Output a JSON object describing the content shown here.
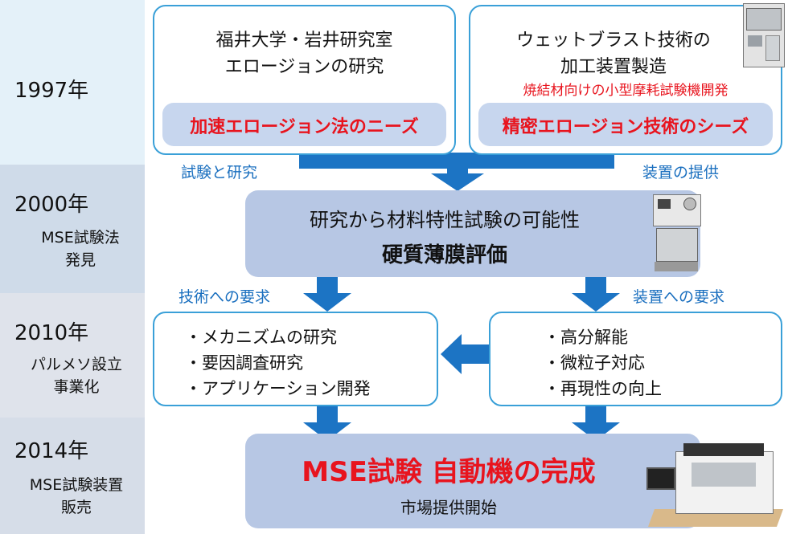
{
  "timeline": {
    "rows": [
      {
        "year": "1997年",
        "note": ""
      },
      {
        "year": "2000年",
        "note": "MSE試験法\n発見"
      },
      {
        "year": "2010年",
        "note": "パルメソ設立\n事業化"
      },
      {
        "year": "2014年",
        "note": "MSE試験装置\n販売"
      }
    ]
  },
  "box_left_top": {
    "line1": "福井大学・岩井研究室",
    "line2": "エロージョンの研究",
    "highlight": "加速エロージョン法のニーズ"
  },
  "box_right_top": {
    "line1": "ウェットブラスト技術の",
    "line2": "加工装置製造",
    "subnote": "焼結材向けの小型摩耗試験機開発",
    "highlight": "精密エロージョン技術のシーズ"
  },
  "labels": {
    "research": "試験と研究",
    "equipment": "装置の提供",
    "tech_demand": "技術への要求",
    "equip_demand": "装置への要求"
  },
  "discovery": {
    "line1": "研究から材料特性試験の可能性",
    "line2": "硬質薄膜評価"
  },
  "left_list": [
    "・メカニズムの研究",
    "・要因調査研究",
    "・アプリケーション開発"
  ],
  "right_list": [
    "・高分解能",
    "・微粒子対応",
    "・再現性の向上"
  ],
  "final": {
    "title": "MSE試験 自動機の完成",
    "subtitle": "市場提供開始"
  },
  "colors": {
    "band1": "#e4f1f9",
    "band2": "#cfdbe9",
    "band3": "#dfe3eb",
    "band4": "#d6dde8",
    "arrow": "#1c74c4",
    "box_border": "#3aa0d8",
    "block_fill": "#b7c7e4",
    "highlight_fill": "#c7d6ee",
    "red": "#e8141e"
  }
}
